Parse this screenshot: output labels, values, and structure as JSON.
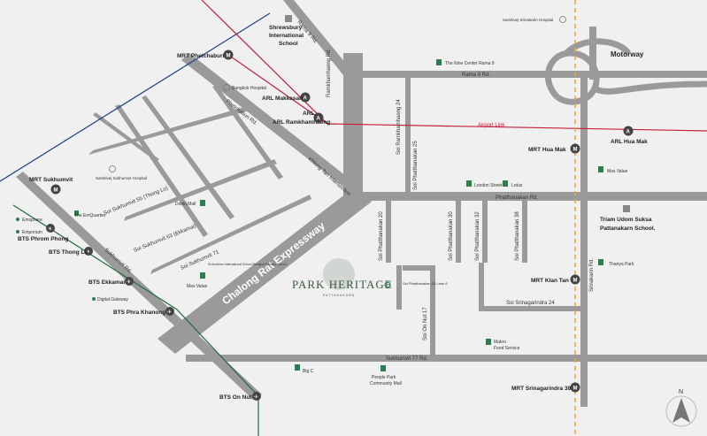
{
  "project": {
    "name": "PARK HERITAGE",
    "subtitle": "PATTANAKARN"
  },
  "compass": {
    "label": "N"
  },
  "transit": {
    "mrt_phetchaburi": "MRT Phetchaburi",
    "arl_makkasan": "ARL Makkasan",
    "arl_ramkhamhaeng": "ARL Ramkhamhaeng",
    "mrt_sukhumvit": "MRT Sukhumvit",
    "bts_phrom_phong": "BTS Phrom Phong",
    "bts_thong_lo": "BTS Thong Lo",
    "bts_ekkamai": "BTS Ekkamai",
    "bts_phra_khanong": "BTS Phra Khanong",
    "bts_on_nut": "BTS On Nut",
    "mrt_hua_mak": "MRT Hua Mak",
    "arl_hua_mak": "ARL Hua Mak",
    "mrt_klan_tan": "MRT Klan Tan",
    "mrt_srinagarindra_38": "MRT Srinagarindra 38"
  },
  "places": {
    "shrewsbury": "Shrewsbury International School",
    "bangkok_hospital": "Bangkok Hospital",
    "samitivej_sukhumvit": "Samitivej Sukhumvit Hospital",
    "samitivej_srinakarin": "Samitivej Srinakarin Hospital",
    "nine_center": "The Nine Center Rama 9",
    "emquartier": "The EmQuartier",
    "emsphere": "Emsphere",
    "emporium": "Emporium",
    "donki_mall": "Donki Mall",
    "st_andrews": "St Andrews International School Bangkok Primary School",
    "max_value_1": "Max Value",
    "max_value_2": "Max Value",
    "digital_gateway": "Digital Gateway",
    "london_street": "London Street",
    "lotus": "Lotus",
    "triam_udom": "Triam Udom Suksa Pattanakarn School.",
    "thanya_park": "Thanya Park",
    "makro": "Makro Food Service",
    "big_c": "Big C",
    "people_park": "People Park Community Mall"
  },
  "roads": {
    "rama9": "Rama 9 Rd.",
    "rama9_top": "Rama 9 Rd.",
    "ramkhamhaeng": "Ramkhamhaeng Rd.",
    "soi_ramkhamhaeng_24": "Soi Ramkhamhaeng 24",
    "soi_phatthanakan_25": "Soi Phatthanakan 25",
    "phetchaburi": "Phetchaburi Rd.",
    "sukhumvit_55": "Soi Sukhumvit 55 (Thong Lo)",
    "sukhumvit_63": "Soi Sukhumvit 63 (Ekkamai)",
    "sukhumvit_71": "Soi Sukhumvit 71",
    "sukhumvit_rd": "Sukhumvit Rd.",
    "khlong_tan": "Khlong Tan Intersection",
    "chalong_rat": "Chalong Rat Expressway",
    "phatthanakan_rd": "Phatthanakan Rd.",
    "soi_p20": "Soi Phatthanakan 20",
    "soi_p20_lane": "Soi Phatthanakan 20 Lane 8",
    "soi_p30": "Soi Phatthanakan 30",
    "soi_p32": "Soi Phatthanakan 32",
    "soi_p38": "Soi Phatthanakan 38",
    "soi_on_nut_17": "Soi On Nut 17",
    "soi_srinagarindra_24": "Soi Srinagarindra 24",
    "sukhumvit_77": "Sukhumvit 77 Rd.",
    "srinakarin": "Srinakarin Rd.",
    "motorway": "Motorway",
    "airport_link": "Airport Link"
  }
}
